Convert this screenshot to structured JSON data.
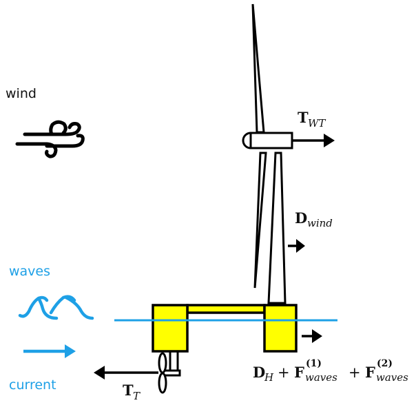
{
  "labels": {
    "wind": "wind",
    "waves": "waves",
    "current": "current"
  },
  "forces": {
    "turbine_thrust": {
      "main": "T",
      "sub": "WT"
    },
    "wind_drag": {
      "main": "D",
      "sub": "wind"
    },
    "tidal_thrust": {
      "main": "T",
      "sub": "T"
    },
    "hydro": {
      "d_main": "D",
      "d_sub": "H",
      "plus": "+",
      "f1_main": "F",
      "f1_sub": "waves",
      "f1_sup": "(1)",
      "f2_main": "F",
      "f2_sub": "waves",
      "f2_sup": "(2)"
    }
  },
  "colors": {
    "environment_blue": "#1ea0e6",
    "float_yellow": "#ffff00",
    "stroke_black": "#000000"
  },
  "icons": {
    "wind": "wind-gust-icon",
    "waves": "ocean-waves-icon",
    "current": "current-arrow-icon"
  }
}
